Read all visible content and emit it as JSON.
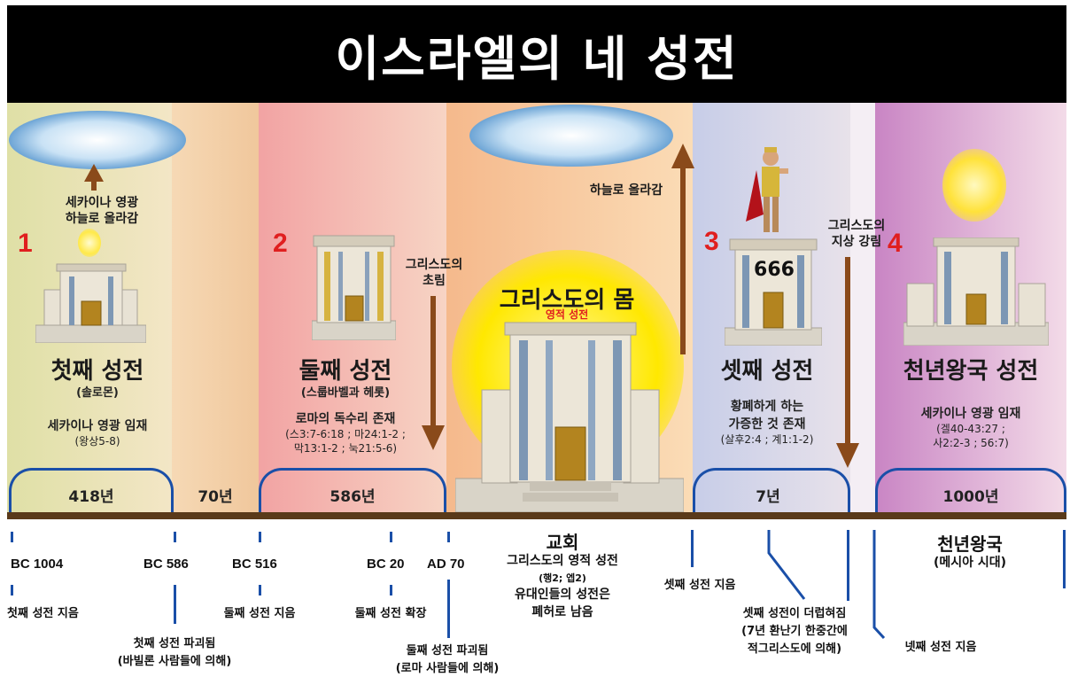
{
  "title": "이스라엘의 네 성전",
  "panels": {
    "p1": {
      "number": "1",
      "shekinah_up": [
        "세카이나 영광",
        "하늘로 올라감"
      ],
      "name": "첫째 성전",
      "builder": "(솔로몬)",
      "note": "세카이나 영광 임재",
      "ref": "(왕상5-8)"
    },
    "p2": {
      "number": "2",
      "christ_first": [
        "그리스도의",
        "초림"
      ],
      "name": "둘째 성전",
      "builder": "(스룹바벨과 헤롯)",
      "note": "로마의 독수리 존재",
      "ref1": "(스3:7-6:18 ; 마24:1-2 ;",
      "ref2": "막13:1-2 ; 눅21:5-6)"
    },
    "center": {
      "ascend": "하늘로 올라감",
      "name": "그리스도의 몸",
      "sub": "영적 성전"
    },
    "p3": {
      "number": "3",
      "mark": "666",
      "christ_second": [
        "그리스도의",
        "지상 강림"
      ],
      "name": "셋째 성전",
      "note1": "황폐하게 하는",
      "note2": "가증한 것 존재",
      "ref": "(살후2:4 ; 계1:1-2)"
    },
    "p4": {
      "number": "4",
      "name": "천년왕국 성전",
      "note": "세카이나 영광 임재",
      "ref1": "(겔40-43:27 ;",
      "ref2": "사2:2-3 ; 56:7)"
    }
  },
  "durations": [
    "418년",
    "70년",
    "586년",
    "7년",
    "1000년"
  ],
  "timeline": {
    "bc1004": "BC 1004",
    "bc586": "BC 586",
    "bc516": "BC 516",
    "bc20": "BC 20",
    "ad70": "AD 70",
    "first_built": "첫째 성전 지음",
    "first_destroyed": [
      "첫째 성전 파괴됨",
      "(바빌론 사람들에 의해)"
    ],
    "second_built": "둘째 성전 지음",
    "second_expanded": "둘째 성전 확장",
    "second_destroyed": [
      "둘째 성전 파괴됨",
      "(로마 사람들에 의해)"
    ],
    "church": {
      "title": "교회",
      "line1": "그리스도의 영적 성전",
      "line2": "(행2; 엡2)",
      "line3": "유대인들의 성전은",
      "line4": "폐허로 남음"
    },
    "third_built": "셋째 성전 지음",
    "third_defiled": [
      "셋째 성전이 더럽혀짐",
      "(7년 환난기 한중간에",
      "적그리스도에 의해)"
    ],
    "millennium": {
      "title": "천년왕국",
      "sub": "(메시아 시대)"
    },
    "fourth_built": "넷째 성전 지음"
  },
  "colors": {
    "header": "#000000",
    "bracket": "#1a4fa8",
    "number": "#e01f1f",
    "arrow": "#8a4a1a",
    "halo": "#ffe300"
  }
}
